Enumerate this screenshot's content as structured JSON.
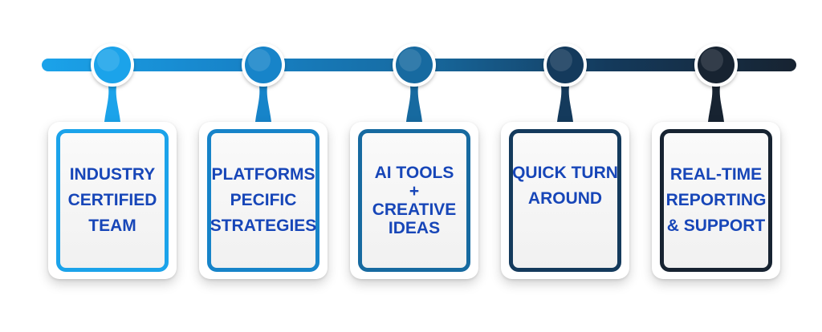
{
  "colors": {
    "text": "#1746b8",
    "step_colors": [
      "#1ba3ea",
      "#1784c9",
      "#176aa0",
      "#143a5c",
      "#172331"
    ]
  },
  "steps": [
    {
      "lines": [
        "INDUSTRY",
        "CERTIFIED",
        "TEAM"
      ]
    },
    {
      "lines": [
        "PLATFORMS",
        "PECIFIC",
        "STRATEGIES"
      ]
    },
    {
      "lines": [
        "AI TOOLS",
        "+",
        "CREATIVE",
        "IDEAS"
      ]
    },
    {
      "lines": [
        "QUICK TURN",
        "AROUND"
      ]
    },
    {
      "lines": [
        "REAL-TIME",
        "REPORTING",
        "& SUPPORT"
      ]
    }
  ]
}
